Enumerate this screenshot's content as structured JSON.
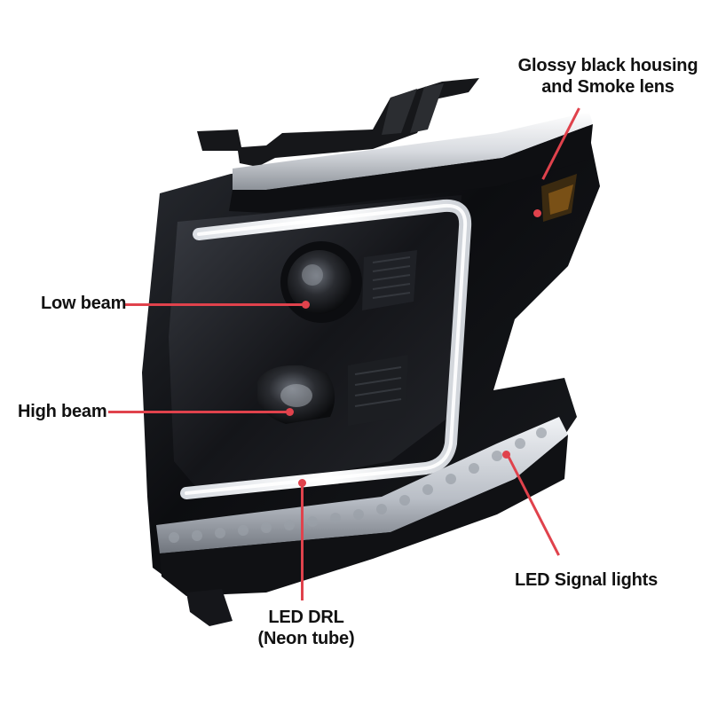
{
  "accent_color": "#e0424c",
  "product_icon": "headlight-assembly-icon",
  "callouts": {
    "housing": {
      "line1": "Glossy black housing",
      "line2": "and Smoke lens"
    },
    "low_beam": "Low beam",
    "high_beam": "High beam",
    "drl": {
      "line1": "LED DRL",
      "line2": "(Neon tube)"
    },
    "signal": "LED Signal lights"
  }
}
